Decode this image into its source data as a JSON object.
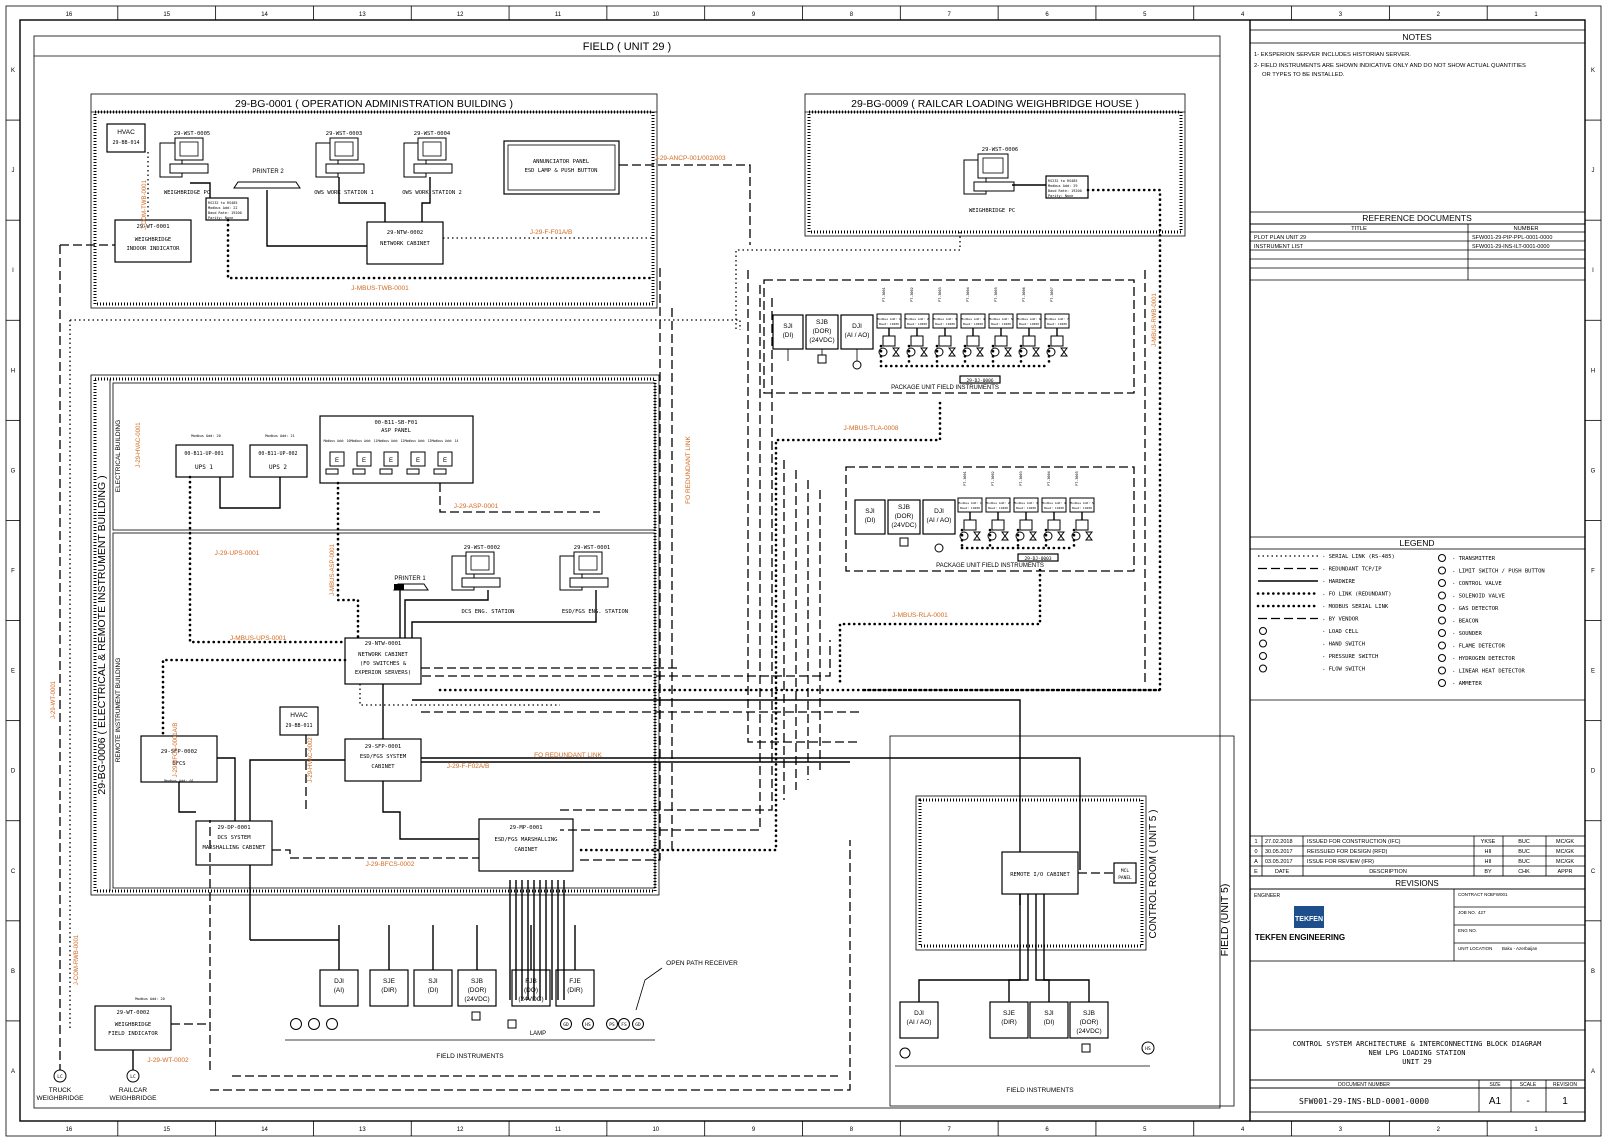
{
  "field_title": "FIELD ( UNIT 29 )",
  "field_unit5": "FIELD (UNIT 5)",
  "border": {
    "cols": [
      "16",
      "15",
      "14",
      "13",
      "12",
      "11",
      "10",
      "9",
      "8",
      "7",
      "6",
      "5",
      "4",
      "3",
      "2",
      "1"
    ],
    "rows": [
      "K",
      "J",
      "I",
      "H",
      "G",
      "F",
      "E",
      "D",
      "C",
      "B",
      "A"
    ]
  },
  "admin": {
    "title": "29-BG-0001 ( OPERATION ADMINISTRATION BUILDING )",
    "hvac": "HVAC",
    "hvac_tag": "29-BB-014",
    "wst5": "29-WST-0005",
    "wst3": "29-WST-0003",
    "wst4": "29-WST-0004",
    "weighbridge_pc": "WEIGHBRIDGE PC",
    "ows1": "OWS WORK STATION 1",
    "ows2": "OWS WORK STATION 2",
    "printer2": "PRINTER 2",
    "annunciator1": "ANNUNCIATOR PANEL",
    "annunciator2": "ESD LAMP & PUSH BUTTON",
    "wt1_tag": "29-WT-0001",
    "wt1_a": "WEIGHBRIDGE",
    "wt1_b": "INDOOR INDICATOR",
    "ntw2_tag": "29-NTW-0002",
    "ntw2_label": "NETWORK CABINET",
    "cable_f01": "J-29-F-F01A/B",
    "cable_mbus": "J-MBUS-TWB-0001",
    "cable_ancp": "J-29-ANCP-001/002/003"
  },
  "rail": {
    "title": "29-BG-0009 ( RAILCAR LOADING WEIGHBRIDGE HOUSE )",
    "wst6": "29-WST-0006",
    "pc": "WEIGHBRIDGE PC"
  },
  "elec": {
    "outer_title": "29-BG-0006 ( ELECTRICAL & REMOTE INSTRUMENT BUILDING )",
    "eb": "ELECTRICAL BUILDING",
    "rib": "REMOTE INSTRUMENT BUILDING",
    "ups1_tag": "00-B11-UP-001",
    "ups1": "UPS 1",
    "ups2_tag": "00-B11-UP-002",
    "ups2": "UPS 2",
    "asp_tag": "00-B11-SB-F01",
    "asp": "ASP PANEL",
    "wst2": "29-WST-0002",
    "wst1": "29-WST-0001",
    "dcs_eng": "DCS ENG. STATION",
    "esd_eng": "ESD/FGS ENG. STATION",
    "printer1": "PRINTER 1",
    "ntw1_tag": "29-NTW-0001",
    "ntw1_a": "NETWORK CABINET",
    "ntw1_b": "(FO SWITCHES &",
    "ntw1_c": "EXPERION SERVERS)",
    "hvac": "HVAC",
    "hvac_tag": "29-BB-011",
    "sfp2_tag": "29-SFP-0002",
    "sfp2": "BFCS",
    "sfp1_tag": "29-SFP-0001",
    "sfp1_a": "ESD/FGS SYSTEM",
    "sfp1_b": "CABINET",
    "dp1_tag": "29-DP-0001",
    "dp1_a": "DCS SYSTEM",
    "dp1_b": "MARSHALLING CABINET",
    "mp1_tag": "29-MP-0001",
    "mp1_a": "ESD/FGS MARSHALLING",
    "mp1_b": "CABINET",
    "cable_asp": "J-29-ASP-0001",
    "cable_ups": "J-29-UPS-0001",
    "cable_mbus_ups": "J-MBUS-UPS-0001",
    "cable_f02": "J-29-F-F02A/B",
    "cable_bfcs": "J-29-BFCS-0002",
    "fo_redundant": "FO REDUNDANT LINK",
    "fo_redundant_v": "FO REDUNDANT LINK"
  },
  "pkg": {
    "sji": "SJI",
    "di": "(DI)",
    "sjb": "SJB",
    "dor": "(DOR)",
    "vdc": "(24VDC)",
    "dji": "DJI",
    "aiao": "(AI / AO)",
    "label": "PACKAGE UNIT FIELD INSTRUMENTS",
    "tla": "J-MBUS-TLA-0008",
    "rla": "J-MBUS-RLA-0001",
    "jb1": "29-DJ-0006",
    "jb2": "29-DJ-0003"
  },
  "field_instr": {
    "dji": "DJI",
    "ai": "(AI)",
    "sje": "SJE",
    "dir": "(DIR)",
    "sji": "SJI",
    "di": "(DI)",
    "sjb": "SJB",
    "dor": "(DOR)",
    "vdc": "(24VDC)",
    "fjb": "FJB",
    "do": "(DO)",
    "fje": "FJE",
    "label": "FIELD INSTRUMENTS",
    "lamp": "LAMP",
    "receiver": "OPEN PATH RECEIVER"
  },
  "bottom_left": {
    "wt2_tag": "29-WT-0002",
    "wt2_a": "WEIGHBRIDGE",
    "wt2_b": "FIELD INDICATOR",
    "cable_wt2": "J-29-WT-0002",
    "truck_a": "TRUCK",
    "truck_b": "WEIGHBRIDGE",
    "rail_a": "RAILCAR",
    "rail_b": "WEIGHBRIDGE",
    "lc": "LC"
  },
  "unit5": {
    "title": "CONTROL ROOM ( UNIT 5 )",
    "rio": "REMOTE I/O CABINET",
    "mcl1": "MCL",
    "mcl2": "PANEL",
    "dji": "DJI",
    "aiao": "(AI / AO)",
    "sje": "SJE",
    "dir": "(DIR)",
    "sji": "SJI",
    "di": "(DI)",
    "sjb": "SJB",
    "dor": "(DOR)",
    "vdc": "(24VDC)",
    "label": "FIELD INSTRUMENTS",
    "hs": "HS"
  },
  "notes": {
    "title": "NOTES",
    "n1": "1- EKSPERION SERVER INCLUDES HISTORIAN SERVER.",
    "n2a": "2- FIELD INSTRUMENTS ARE SHOWN INDICATIVE ONLY AND DO NOT SHOW ACTUAL QUANTITIES",
    "n2b": "OR TYPES TO BE INSTALLED."
  },
  "refdocs": {
    "title": "REFERENCE DOCUMENTS",
    "col_title": "TITLE",
    "col_number": "NUMBER",
    "rows": [
      {
        "title": "PLOT PLAN UNIT 29",
        "number": "SFW001-29-PIP-PPL-0001-0000"
      },
      {
        "title": "INSTRUMENT LIST",
        "number": "SFW001-29-INS-ILT-0001-0000"
      }
    ]
  },
  "legend": {
    "title": "LEGEND",
    "left": [
      "SERIAL LINK (RS-485)",
      "REDUNDANT TCP/IP",
      "HARDWIRE",
      "FO LINK (REDUNDANT)",
      "MODBUS SERIAL LINK",
      "BY VENDOR",
      "LOAD CELL",
      "HAND SWITCH",
      "PRESSURE SWITCH",
      "FLOW SWITCH"
    ],
    "right": [
      "TRANSMITTER",
      "LIMIT SWITCH / PUSH BUTTON",
      "CONTROL VALVE",
      "SOLENOID VALVE",
      "GAS DETECTOR",
      "BEACON",
      "SOUNDER",
      "FLAME DETECTOR",
      "HYDROGEN DETECTOR",
      "LINEAR HEAT DETECTOR",
      "AMMETER"
    ]
  },
  "revisions": {
    "title": "REVISIONS",
    "rows": [
      {
        "rev": "1",
        "date": "27.02.2018",
        "desc": "ISSUED FOR CONSTRUCTION (IFC)",
        "by": "YKSE",
        "chk": "BUC",
        "app": "MC/GK"
      },
      {
        "rev": "0",
        "date": "30.05.2017",
        "desc": "REISSUED FOR DESIGN (RFD)",
        "by": "HII",
        "chk": "BUC",
        "app": "MC/GK"
      },
      {
        "rev": "A",
        "date": "03.05.2017",
        "desc": "ISSUE FOR REVIEW (IFR)",
        "by": "HII",
        "chk": "BUC",
        "app": "MC/GK"
      }
    ],
    "hdr": {
      "rev": "E",
      "date": "DATE",
      "desc": "DESCRIPTION",
      "by": "BY",
      "chk": "CHK",
      "app": "APPR"
    }
  },
  "titleblock": {
    "engineer": "ENGINEER",
    "company": "TEKFEN ENGINEERING",
    "logo": "TEKFEN",
    "contract_lbl": "CONTRACT NO.",
    "contract": "SFW001",
    "job_lbl": "JOB NO.",
    "job": "427",
    "eng_lbl": "ENG NO.",
    "location_lbl": "UNIT LOCATION",
    "location": "Baku - Azerbaijan",
    "title1": "CONTROL SYSTEM ARCHITECTURE & INTERCONNECTING BLOCK DIAGRAM",
    "title2": "NEW LPG LOADING STATION",
    "title3": "UNIT 29",
    "docnum_lbl": "DOCUMENT NUMBER",
    "size_lbl": "SIZE",
    "scale_lbl": "SCALE",
    "rev_lbl": "REVISION",
    "docnum": "SFW001-29-INS-BLD-0001-0000",
    "size": "A1",
    "scale": "-",
    "rev": "1"
  }
}
